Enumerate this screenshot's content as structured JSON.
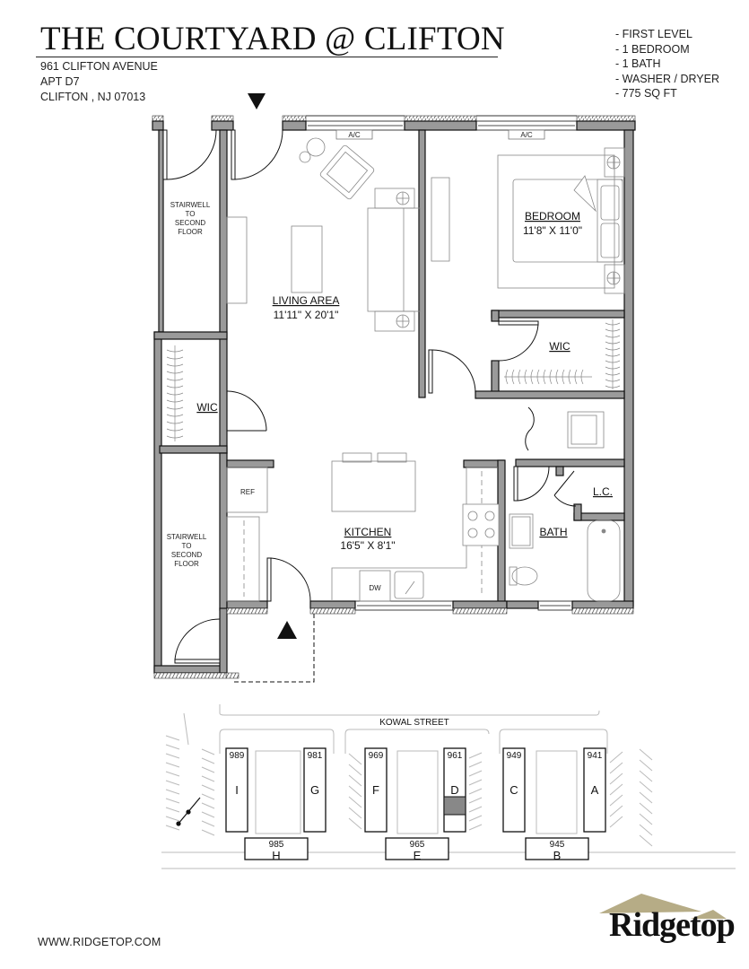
{
  "header": {
    "title": "THE COURTYARD @ CLIFTON",
    "address": [
      "961 CLIFTON AVENUE",
      "APT D7",
      "CLIFTON , NJ 07013"
    ],
    "features": [
      "- FIRST LEVEL",
      "- 1 BEDROOM",
      "- 1 BATH",
      "- WASHER / DRYER",
      "- 775 SQ FT"
    ]
  },
  "floorplan": {
    "rooms": {
      "living": {
        "name": "LIVING AREA",
        "dims": "11'11\" X 20'1\""
      },
      "bedroom": {
        "name": "BEDROOM",
        "dims": "11'8\" X 11'0\""
      },
      "kitchen": {
        "name": "KITCHEN",
        "dims": "16'5\" X 8'1\""
      },
      "wic_left": {
        "name": "WIC"
      },
      "wic_bed": {
        "name": "WIC"
      },
      "bath": {
        "name": "BATH"
      },
      "lc": {
        "name": "L.C."
      }
    },
    "stairwell_top": [
      "STAIRWELL",
      "TO",
      "SECOND",
      "FLOOR"
    ],
    "stairwell_bottom": [
      "STAIRWELL",
      "TO",
      "SECOND",
      "FLOOR"
    ],
    "ac_labels": [
      "A/C",
      "A/C"
    ],
    "appliances": {
      "ref": "REF",
      "dw": "DW"
    }
  },
  "siteplan": {
    "street": "KOWAL STREET",
    "buildings": [
      {
        "number": "989",
        "letter": "I"
      },
      {
        "number": "981",
        "letter": "G"
      },
      {
        "number": "969",
        "letter": "F"
      },
      {
        "number": "961",
        "letter": "D",
        "highlighted": true
      },
      {
        "number": "949",
        "letter": "C"
      },
      {
        "number": "941",
        "letter": "A"
      },
      {
        "number": "985",
        "letter": "H"
      },
      {
        "number": "965",
        "letter": "E"
      },
      {
        "number": "945",
        "letter": "B"
      }
    ]
  },
  "footer": {
    "website": "WWW.RIDGETOP.COM",
    "logo": "Ridgetop",
    "logo_roof_color": "#b6ac86"
  }
}
